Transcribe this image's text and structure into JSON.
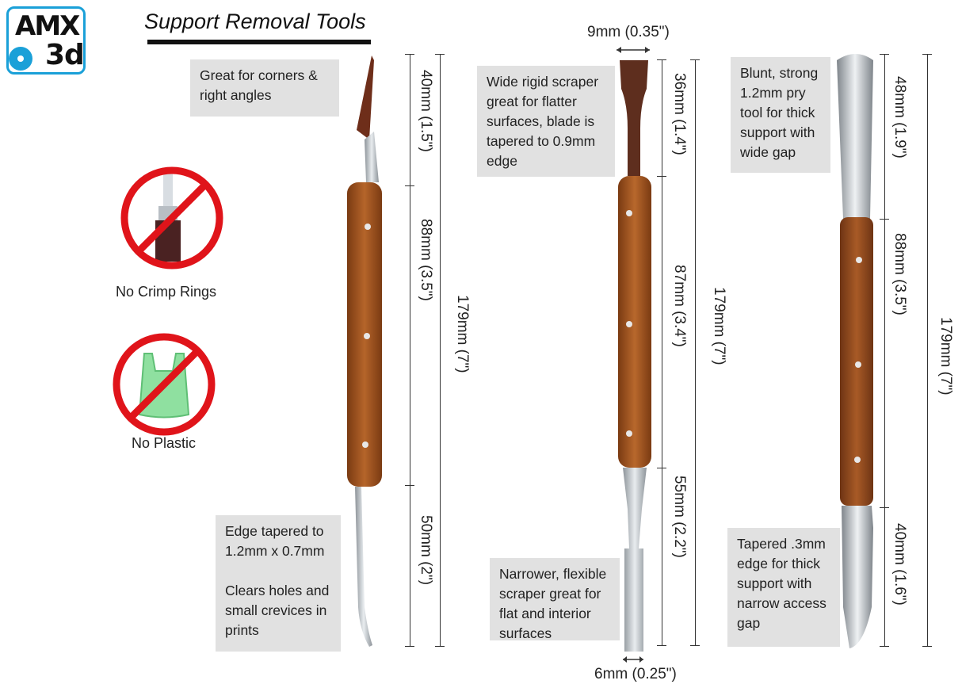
{
  "logo": {
    "line1": "AMX",
    "line2": "3d"
  },
  "title": "Support Removal Tools",
  "bans": [
    {
      "label": "No Crimp Rings",
      "icon": "no-crimp-rings-icon"
    },
    {
      "label": "No Plastic",
      "icon": "no-plastic-icon"
    }
  ],
  "tool1": {
    "note_top": [
      "Great for corners &",
      "right angles"
    ],
    "note_bottom": [
      "Edge tapered to",
      "1.2mm x 0.7mm",
      "",
      "Clears holes and",
      "small crevices in",
      "prints"
    ],
    "dims": {
      "top": "40mm (1.5\")",
      "middle": "88mm (3.5\")",
      "bottom": "50mm (2\")",
      "total": "179mm (7\")"
    }
  },
  "tool2": {
    "width_top": "9mm (0.35\")",
    "width_bottom": "6mm (0.25\")",
    "note_top": [
      "Wide rigid scraper",
      "great for flatter",
      "surfaces, blade is",
      "tapered to 0.9mm",
      "edge"
    ],
    "note_bottom": [
      "Narrower, flexible",
      "scraper great for",
      "flat and interior",
      "surfaces"
    ],
    "dims": {
      "top": "36mm (1.4\")",
      "middle": "87mm (3.4\")",
      "bottom": "55mm (2.2\")",
      "total": "179mm (7\")"
    }
  },
  "tool3": {
    "note_top": [
      "Blunt, strong",
      "1.2mm pry",
      "tool for thick",
      "support with",
      "wide gap"
    ],
    "note_bottom": [
      "Tapered .3mm",
      "edge for thick",
      "support with",
      "narrow access",
      "gap"
    ],
    "dims": {
      "top": "48mm (1.9\")",
      "middle": "88mm (3.5\")",
      "bottom": "40mm (1.6\")",
      "total": "179mm (7\")"
    }
  },
  "colors": {
    "wood": "#9a4f1f",
    "steel": "#c8ccd0",
    "ban_red": "#e0141a",
    "logo_blue": "#1aa0d8",
    "note_bg": "#e1e1e1"
  }
}
